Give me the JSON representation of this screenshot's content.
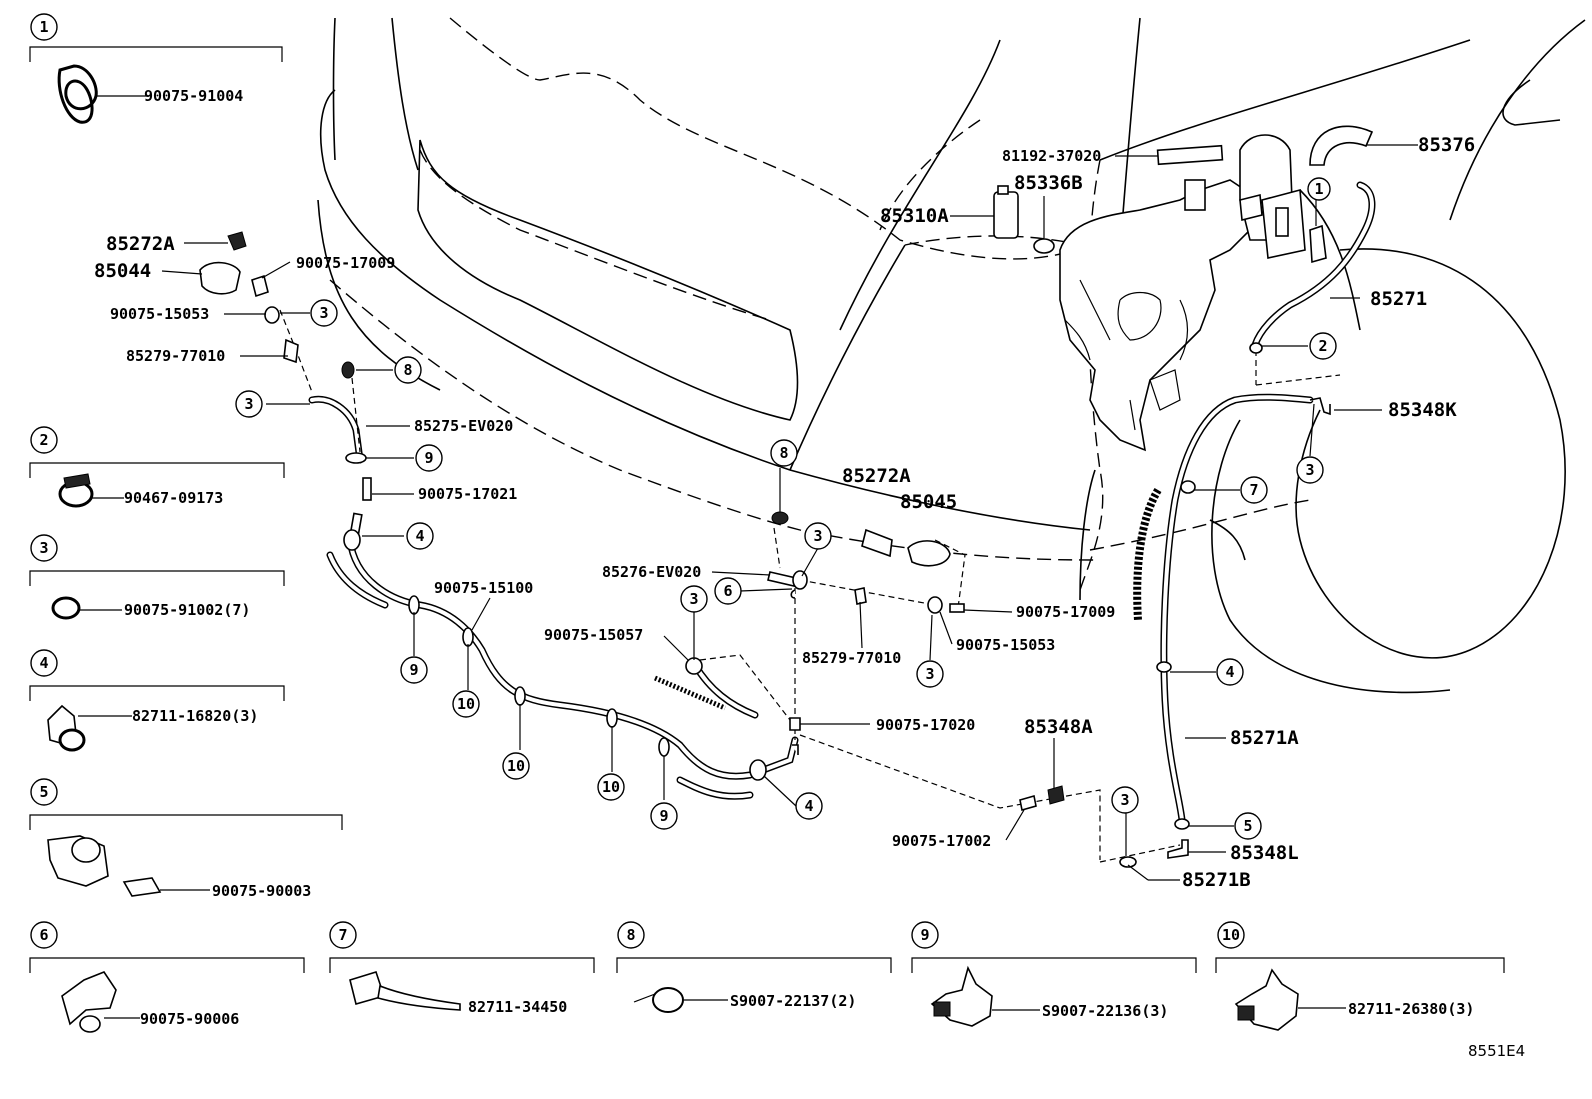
{
  "diagram_code": "8551E4",
  "legend": [
    {
      "num": "1",
      "part": "90075-91004"
    },
    {
      "num": "2",
      "part": "90467-09173"
    },
    {
      "num": "3",
      "part": "90075-91002(7)"
    },
    {
      "num": "4",
      "part": "82711-16820(3)"
    },
    {
      "num": "5",
      "part": "90075-90003"
    },
    {
      "num": "6",
      "part": "90075-90006"
    },
    {
      "num": "7",
      "part": "82711-34450"
    },
    {
      "num": "8",
      "part": "S9007-22137(2)"
    },
    {
      "num": "9",
      "part": "S9007-22136(3)"
    },
    {
      "num": "10",
      "part": "82711-26380(3)"
    }
  ],
  "parts": {
    "p85272A_left": "85272A",
    "p85044": "85044",
    "p90075_17009_left": "90075-17009",
    "p90075_15053_left": "90075-15053",
    "p85279_77010_left": "85279-77010",
    "p85275_EV020": "85275-EV020",
    "p90075_17021": "90075-17021",
    "p90075_15100": "90075-15100",
    "p85276_EV020": "85276-EV020",
    "p90075_15057": "90075-15057",
    "p85272A_center": "85272A",
    "p85045": "85045",
    "p90075_17009_center": "90075-17009",
    "p90075_15053_center": "90075-15053",
    "p85279_77010_center": "85279-77010",
    "p90075_17020": "90075-17020",
    "p85348A": "85348A",
    "p90075_17002": "90075-17002",
    "p81192_37020": "81192-37020",
    "p85336B": "85336B",
    "p85310A": "85310A",
    "p85376": "85376",
    "p85271": "85271",
    "p85348K": "85348K",
    "p85271A": "85271A",
    "p85348L": "85348L",
    "p85271B": "85271B"
  },
  "callouts": {
    "c_3a": "3",
    "c_8a": "8",
    "c_3b": "3",
    "c_9a": "9",
    "c_4a": "4",
    "c_9b": "9",
    "c_10a": "10",
    "c_10b": "10",
    "c_10c": "10",
    "c_9c": "9",
    "c_4b": "4",
    "c_8b": "8",
    "c_3c": "3",
    "c_6": "6",
    "c_3d": "3",
    "c_3e": "3",
    "c_1": "1",
    "c_2": "2",
    "c_3f": "3",
    "c_7": "7",
    "c_4c": "4",
    "c_5": "5",
    "c_3g": "3"
  }
}
